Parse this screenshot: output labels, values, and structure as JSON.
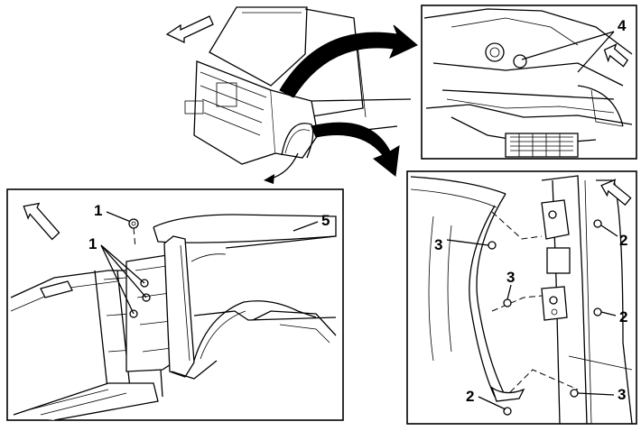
{
  "callouts": {
    "left_top": "1",
    "left_group": "1",
    "left_fender": "5",
    "top_right": "4",
    "right_upper": "2",
    "right_upper_left": "3",
    "right_mid": "3",
    "right_mid_right": "2",
    "right_bottom_left": "2",
    "right_bottom_right": "3"
  },
  "icons": {
    "direction": "forward-arrow-icon",
    "bolt": "bolt-icon"
  }
}
